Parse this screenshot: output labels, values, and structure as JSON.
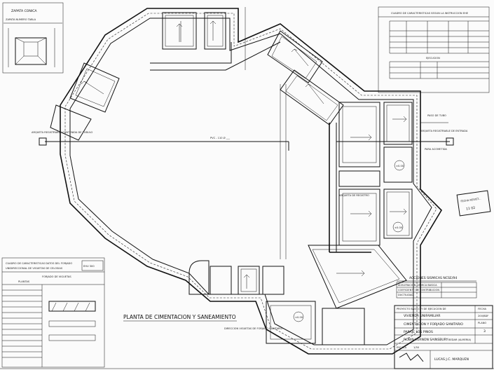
{
  "drawing": {
    "title": "PLANTA DE CIMENTACION Y SANEAMIENTO",
    "pipe_label": "PVC - 110 Ø ___",
    "left_external_label": "ARQUETA REGISTRABLE CONTENIDA DE TUBULO",
    "right_external_label": "ARQUETA REGISTRABLE DE ENTRADA",
    "right_pipe_label": "PARA ACOMETIDA",
    "right_note_label": "PASO DE TUBO",
    "center_note": "DIRECCION VIGUETAS DE FORJADO SANITARIO",
    "inner_label": "ARQUETA DE REGISTRO",
    "symbol_labels": [
      "±0.00",
      "±0.00",
      "±0.00"
    ]
  },
  "zapata": {
    "title": "ZAPATA CONICA",
    "subtitle": "ZAPATA NUMERO TABLA"
  },
  "top_right_table": {
    "title": "CUADRO DE CARACTERISTICAS SEGUN LA INSTRUCCION EHE",
    "section_title": "EJECUCION"
  },
  "left_table": {
    "title_line1": "CUADRO DE CARACTERISTICAS DATOS DEL FORJADO",
    "title_line2": "UNIDIRECCIONAL DE VIGUETAS DE CELOSIAS",
    "code": "EHU 300",
    "section": "FORJADO DE VIGUETAS",
    "subsection": "PLANTAS"
  },
  "stamp": {
    "line1": "FECHA REGIST...",
    "line2": "11 02"
  },
  "seismic": {
    "title": "ACCIONES SISMICAS NCSE/94",
    "row1": "ACELERACION SISMICA BASICA",
    "row2": "COEFICIENTE DE CONTRIBUCION",
    "row3": "DUCTILIDAD"
  },
  "title_block": {
    "project_label": "PROYECTO BASICO Y DE EJECUCION DE",
    "project": "VIVIENDA UNIFAMILIAR",
    "content": "CIMENTACION Y FORJADO SANITARIO",
    "location_label": "PARAJE LOS PINOS",
    "owner": "ROBIN VERNON SAINSBURY",
    "scale": "1/50",
    "town": "BEDAR (ALMERIA)",
    "sheet_no": "3",
    "date": "200/BDF",
    "author": "LUCAS J.C. MARQUEN",
    "label_fecha": "FECHA",
    "label_plano": "PLANO",
    "label_escala": "ESCALA"
  }
}
